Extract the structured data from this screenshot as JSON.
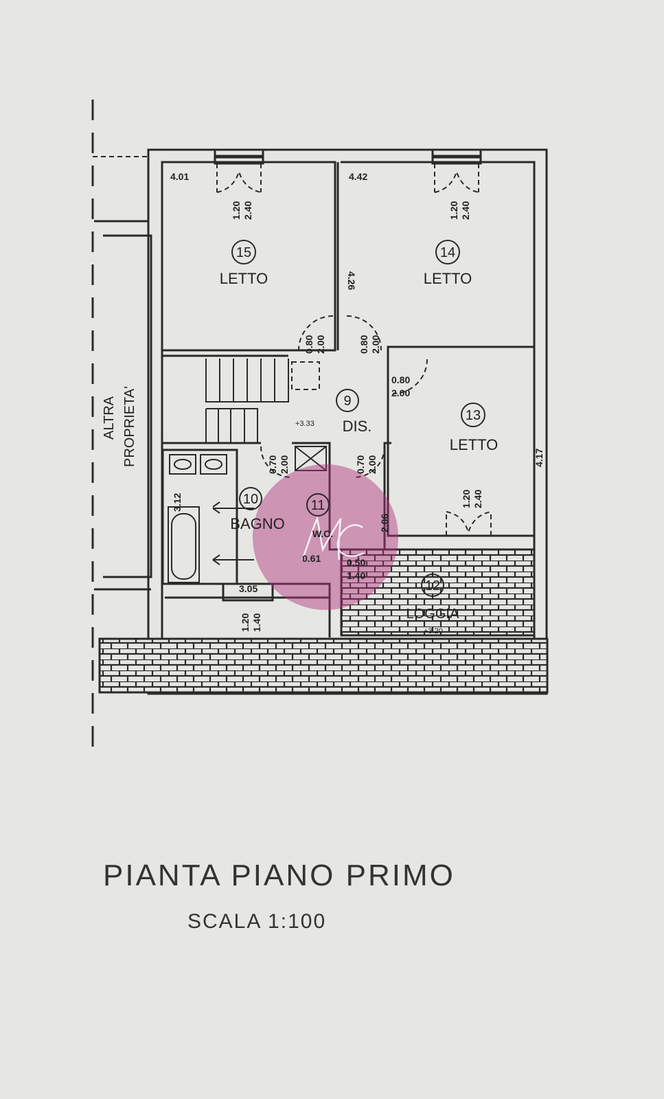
{
  "title": "PIANTA PIANO PRIMO",
  "scale": "SCALA 1:100",
  "neighbour_label": [
    "ALTRA",
    "PROPRIETA'"
  ],
  "rooms": [
    {
      "number": "15",
      "name": "LETTO",
      "dimension": "4.01"
    },
    {
      "number": "14",
      "name": "LETTO",
      "dimension": "4.42"
    },
    {
      "number": "13",
      "name": "LETTO",
      "dimension": "4.17"
    },
    {
      "number": "9",
      "name": "DIS."
    },
    {
      "number": "10",
      "name": "BAGNO",
      "dimension": "3.12"
    },
    {
      "number": "11",
      "name": "W.C."
    },
    {
      "number": "12",
      "name": "LOGGIA"
    }
  ],
  "dimensions": {
    "window_15": [
      "1.20",
      "2.40"
    ],
    "window_14": [
      "1.20",
      "2.40"
    ],
    "window_13": [
      "1.20",
      "2.40"
    ],
    "window_bath": [
      "1.20",
      "1.40"
    ],
    "wall_15_14": "4.26",
    "door_15": [
      "0.80",
      "2.00"
    ],
    "door_14": [
      "0.80",
      "2.00"
    ],
    "door_13": [
      "0.80",
      "2.00"
    ],
    "door_bath": [
      "0.70",
      "2.00"
    ],
    "door_wc": [
      "0.70",
      "2.00"
    ],
    "wc_width": "0.61",
    "wc_height": "2.06",
    "wc_window": [
      "0.50",
      "1.40"
    ],
    "bath_width": "3.05",
    "level_dis": "+3.33",
    "level_loggia": "+3.20"
  },
  "watermark": {
    "color": "#b0307a",
    "monogram": "MC"
  }
}
